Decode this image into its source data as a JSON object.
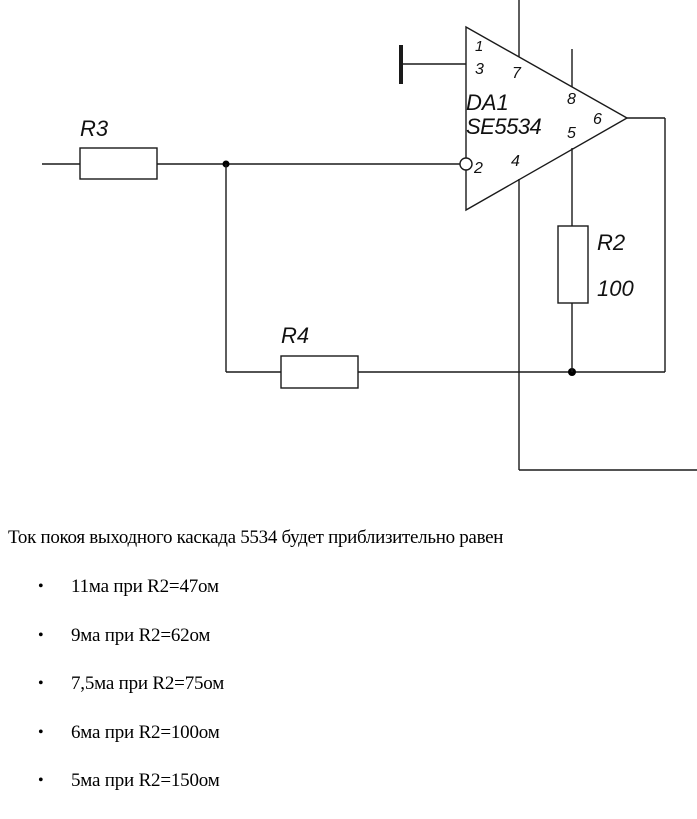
{
  "schematic": {
    "opamp": {
      "designator": "DA1",
      "part": "SE5534",
      "pins": {
        "p1": "1",
        "p2": "2",
        "p3": "3",
        "p4": "4",
        "p5": "5",
        "p6": "6",
        "p7": "7",
        "p8": "8"
      }
    },
    "resistors": {
      "r3": {
        "designator": "R3"
      },
      "r4": {
        "designator": "R4"
      },
      "r2": {
        "designator": "R2",
        "value": "100"
      }
    }
  },
  "text": {
    "intro": "Ток покоя выходного каскада 5534 будет приблизительно равен",
    "bullet_glyph": "•",
    "items": [
      "11ма при R2=47ом",
      "9ма при R2=62ом",
      "7,5ма при R2=75ом",
      "6ма при R2=100ом",
      "5ма при R2=150ом"
    ]
  }
}
